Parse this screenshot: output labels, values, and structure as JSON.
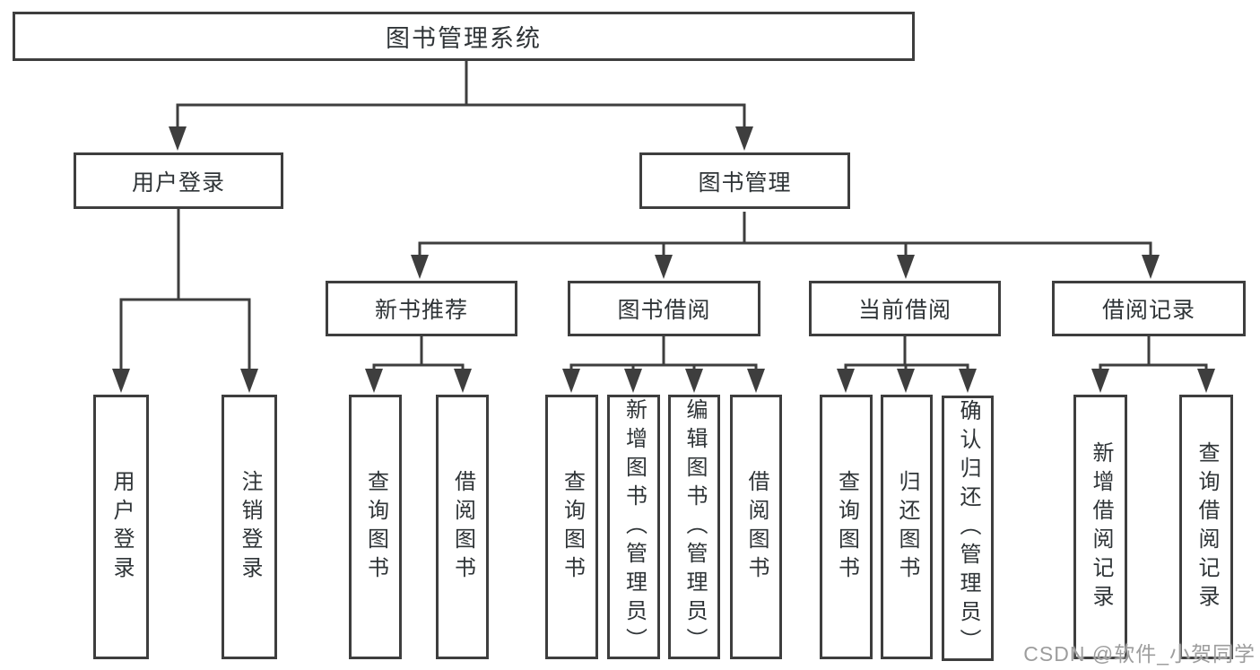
{
  "colors": {
    "line": "#3e3e3e",
    "text": "#2f3437",
    "watermark": "#9d9d9d",
    "bg": "#ffffff"
  },
  "watermark": {
    "text": "CSDN @软件_小贺同学"
  },
  "tree": {
    "label": "图书管理系统",
    "children": [
      {
        "label": "用户登录",
        "children": [
          {
            "label": "用户登录"
          },
          {
            "label": "注销登录"
          }
        ]
      },
      {
        "label": "图书管理",
        "children": [
          {
            "label": "新书推荐",
            "children": [
              {
                "label": "查询图书"
              },
              {
                "label": "借阅图书"
              }
            ]
          },
          {
            "label": "图书借阅",
            "children": [
              {
                "label": "查询图书"
              },
              {
                "label": "新增图书（管理员）"
              },
              {
                "label": "编辑图书（管理员）"
              },
              {
                "label": "借阅图书"
              }
            ]
          },
          {
            "label": "当前借阅",
            "children": [
              {
                "label": "查询图书"
              },
              {
                "label": "归还图书"
              },
              {
                "label": "确认归还（管理员）"
              }
            ]
          },
          {
            "label": "借阅记录",
            "children": [
              {
                "label": "新增借阅记录"
              },
              {
                "label": "查询借阅记录"
              }
            ]
          }
        ]
      }
    ]
  }
}
